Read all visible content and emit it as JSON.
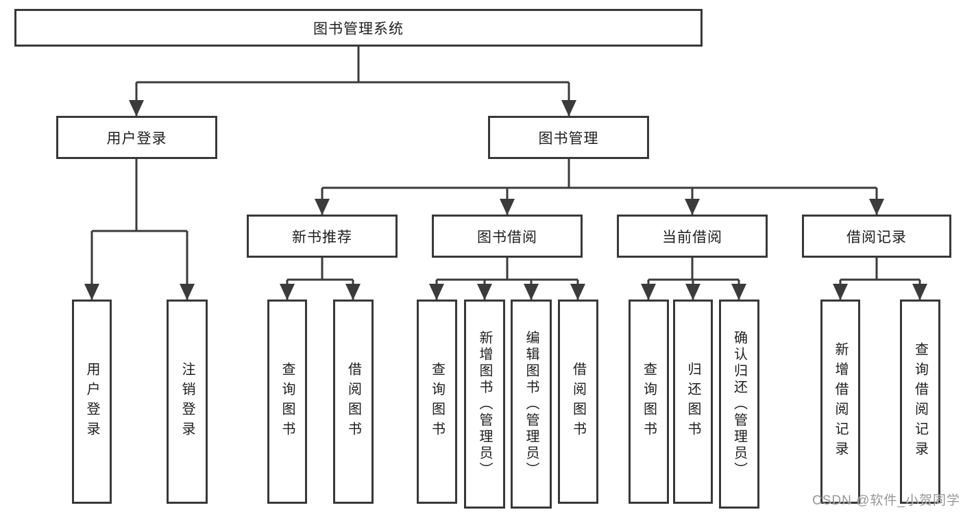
{
  "root": {
    "label": "图书管理系统"
  },
  "user_login_branch": {
    "label": "用户登录",
    "children": [
      {
        "label": "用户登录"
      },
      {
        "label": "注销登录"
      }
    ]
  },
  "book_management_branch": {
    "label": "图书管理",
    "sections": [
      {
        "label": "新书推荐",
        "children": [
          {
            "label": "查询图书"
          },
          {
            "label": "借阅图书"
          }
        ]
      },
      {
        "label": "图书借阅",
        "children": [
          {
            "label": "查询图书"
          },
          {
            "label": "新增图书（管理员）"
          },
          {
            "label": "编辑图书（管理员）"
          },
          {
            "label": "借阅图书"
          }
        ]
      },
      {
        "label": "当前借阅",
        "children": [
          {
            "label": "查询图书"
          },
          {
            "label": "归还图书"
          },
          {
            "label": "确认归还（管理员）"
          }
        ]
      },
      {
        "label": "借阅记录",
        "children": [
          {
            "label": "新增借阅记录"
          },
          {
            "label": "查询借阅记录"
          }
        ]
      }
    ]
  },
  "watermark": {
    "text": "CSDN @软件_小贺同学"
  },
  "colors": {
    "line": "#3b3b3b",
    "border": "#383838",
    "text": "#1e1e1e",
    "watermark": "#8c8c8c",
    "background": "#ffffff"
  }
}
